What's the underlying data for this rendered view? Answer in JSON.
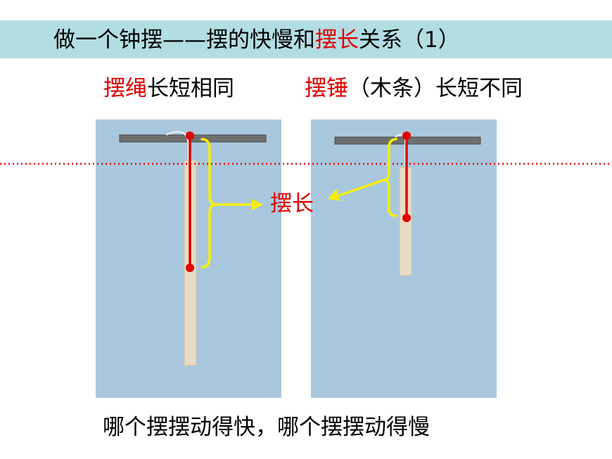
{
  "title": {
    "part1": "做一个钟摆——摆的快慢和",
    "highlight": "摆长",
    "part2": "关系（1）"
  },
  "subtitle_left": {
    "highlight": "摆绳",
    "rest": "长短相同"
  },
  "subtitle_right": {
    "highlight": "摆锤",
    "rest": "（木条）长短不同"
  },
  "length_label": "摆长",
  "question": "哪个摆摆动得快，哪个摆摆动得慢",
  "colors": {
    "title_bar": "#b2dde3",
    "highlight_red": "#e00000",
    "bracket_yellow": "#f5f000",
    "photo_background": "#aac8dd"
  }
}
